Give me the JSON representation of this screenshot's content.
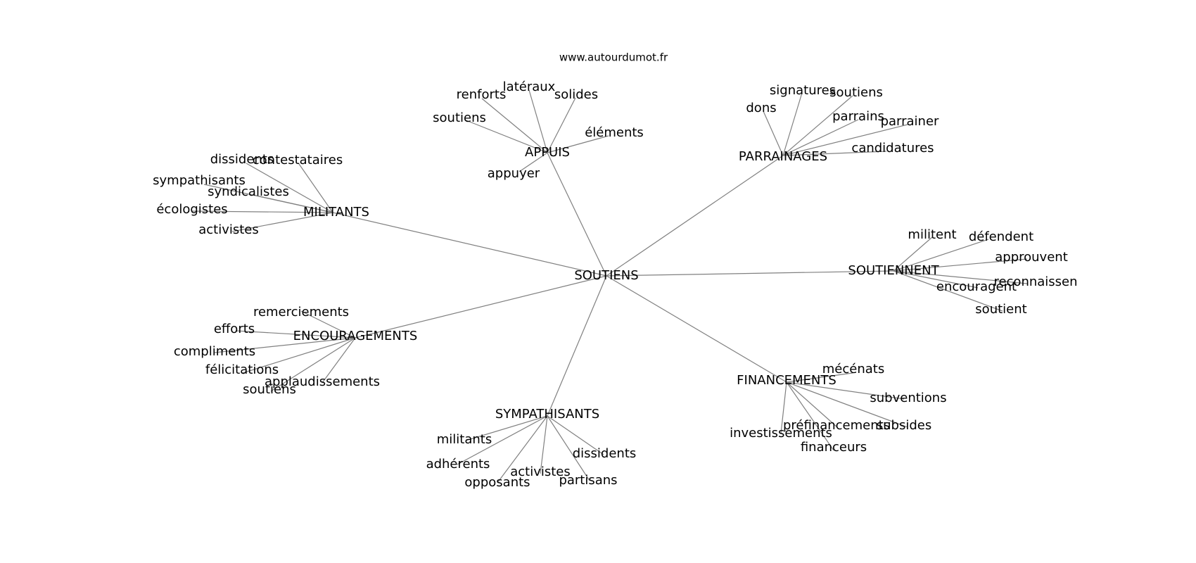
{
  "source": "www.autourdumot.fr",
  "center": "SOUTIENS",
  "groups": [
    {
      "id": "appuis",
      "label": "APPUIS",
      "words": [
        "latéraux",
        "renforts",
        "solides",
        "soutiens",
        "éléments",
        "appuyer"
      ]
    },
    {
      "id": "parrainages",
      "label": "PARRAINAGES",
      "words": [
        "signatures",
        "soutiens",
        "dons",
        "parrains",
        "parrainer",
        "candidatures"
      ]
    },
    {
      "id": "militants",
      "label": "MILITANTS",
      "words": [
        "dissidents",
        "contestataires",
        "sympathisants",
        "syndicalistes",
        "écologistes",
        "activistes"
      ]
    },
    {
      "id": "soutiennent",
      "label": "SOUTIENNENT",
      "words": [
        "militent",
        "défendent",
        "approuvent",
        "reconnaissen",
        "encouragent",
        "soutient"
      ]
    },
    {
      "id": "encouragements",
      "label": "ENCOURAGEMENTS",
      "words": [
        "remerciements",
        "efforts",
        "compliments",
        "félicitations",
        "applaudissements",
        "soutiens"
      ]
    },
    {
      "id": "financements",
      "label": "FINANCEMENTS",
      "words": [
        "mécénats",
        "subventions",
        "préfinancements",
        "subsides",
        "investissements",
        "financeurs"
      ]
    },
    {
      "id": "sympathisants",
      "label": "SYMPATHISANTS",
      "words": [
        "militants",
        "adhérents",
        "dissidents",
        "activistes",
        "opposants",
        "partisans"
      ]
    }
  ]
}
